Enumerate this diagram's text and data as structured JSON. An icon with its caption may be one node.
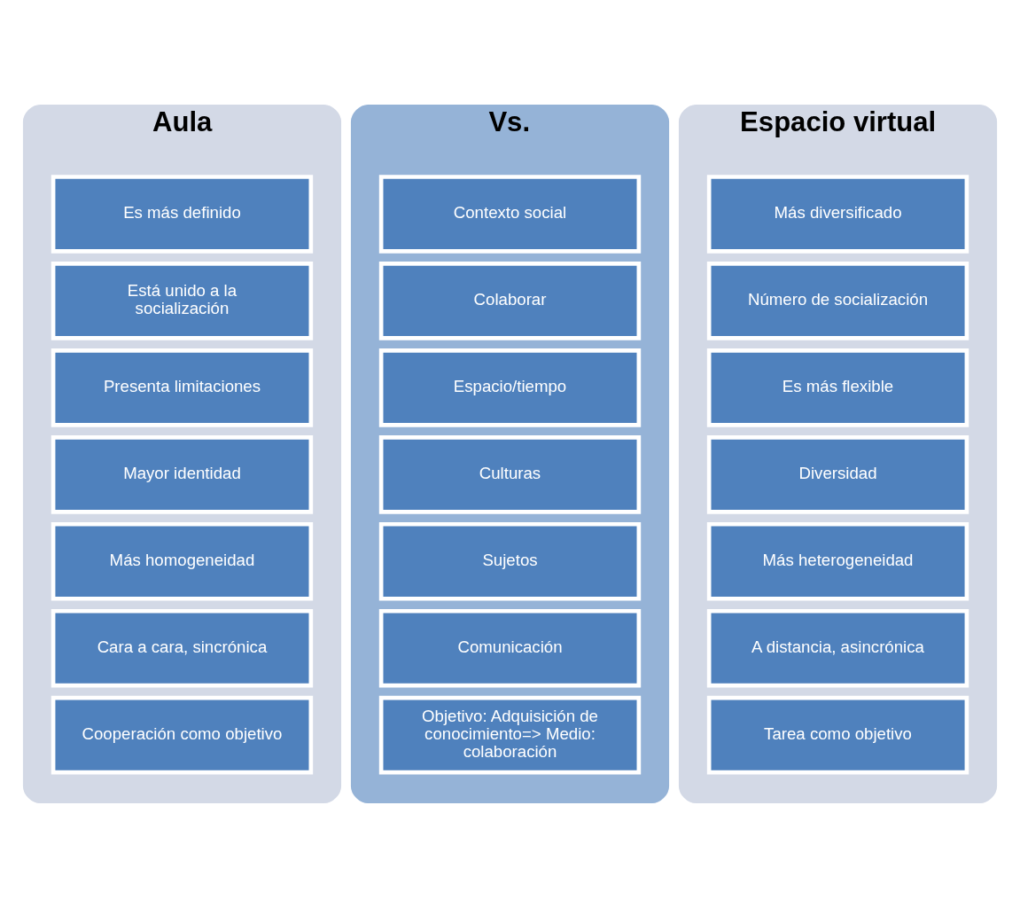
{
  "diagram": {
    "nodes": [
      {
        "text": [
          "Aula"
        ]
      },
      {
        "text": [
          "Es más definido"
        ],
        "in": 0
      },
      {
        "text": [
          "Está unido a la socialización"
        ],
        "in": 0
      },
      {
        "text": [
          "Presenta limitaciones"
        ],
        "in": 0
      },
      {
        "text": [
          "Mayor identidad"
        ],
        "in": 0
      },
      {
        "text": [
          "Más homogeneidad"
        ],
        "in": 0
      },
      {
        "text": [
          "Cara a cara, sincrónica"
        ],
        "in": 0
      },
      {
        "text": [
          "Cooperación como objetivo"
        ],
        "in": 0
      },
      {
        "text": [
          "Vs."
        ]
      },
      {
        "text": [
          "Contexto social"
        ],
        "in": 8
      },
      {
        "text": [
          "Colaborar"
        ],
        "in": 8
      },
      {
        "text": [
          "Espacio/tiempo"
        ],
        "in": 8
      },
      {
        "text": [
          "Culturas"
        ],
        "in": 8
      },
      {
        "text": [
          "Sujetos"
        ],
        "in": 8
      },
      {
        "text": [
          "Comunicación"
        ],
        "in": 8
      },
      {
        "text": [
          "Objetivo: Adquisición de conocimiento=> Medio: colaboración"
        ],
        "in": 8
      },
      {
        "text": [
          "Espacio virtual"
        ]
      },
      {
        "text": [
          "Más diversificado"
        ],
        "in": 16
      },
      {
        "text": [
          "Número de socialización"
        ],
        "in": 16
      },
      {
        "text": [
          "Es más flexible"
        ],
        "in": 16
      },
      {
        "text": [
          "Diversidad"
        ],
        "in": 16
      },
      {
        "text": [
          "Más heterogeneidad"
        ],
        "in": 16
      },
      {
        "text": [
          "A distancia, asincrónica"
        ],
        "in": 16
      },
      {
        "text": [
          "Tarea como objetivo"
        ],
        "in": 16
      }
    ],
    "edges": []
  }
}
